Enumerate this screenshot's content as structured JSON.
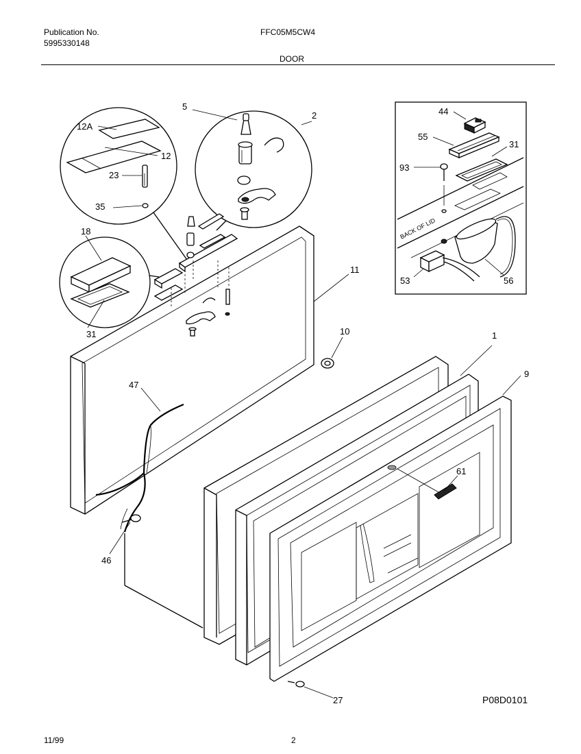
{
  "header": {
    "publication_label": "Publication No.",
    "publication_number": "5995330148",
    "model": "FFC05M5CW4",
    "section": "DOOR"
  },
  "footer": {
    "date": "11/99",
    "page": "2",
    "drawing_code": "P08D0101"
  },
  "callouts": {
    "c1": "1",
    "c2": "2",
    "c5": "5",
    "c9": "9",
    "c10": "10",
    "c11": "11",
    "c12": "12",
    "c12a": "12A",
    "c18": "18",
    "c23": "23",
    "c27": "27",
    "c31a": "31",
    "c31b": "31",
    "c35": "35",
    "c44": "44",
    "c46": "46",
    "c47": "47",
    "c53": "53",
    "c55": "55",
    "c56": "56",
    "c61": "61",
    "c93": "93"
  },
  "inset_label": "BACK OF LID"
}
